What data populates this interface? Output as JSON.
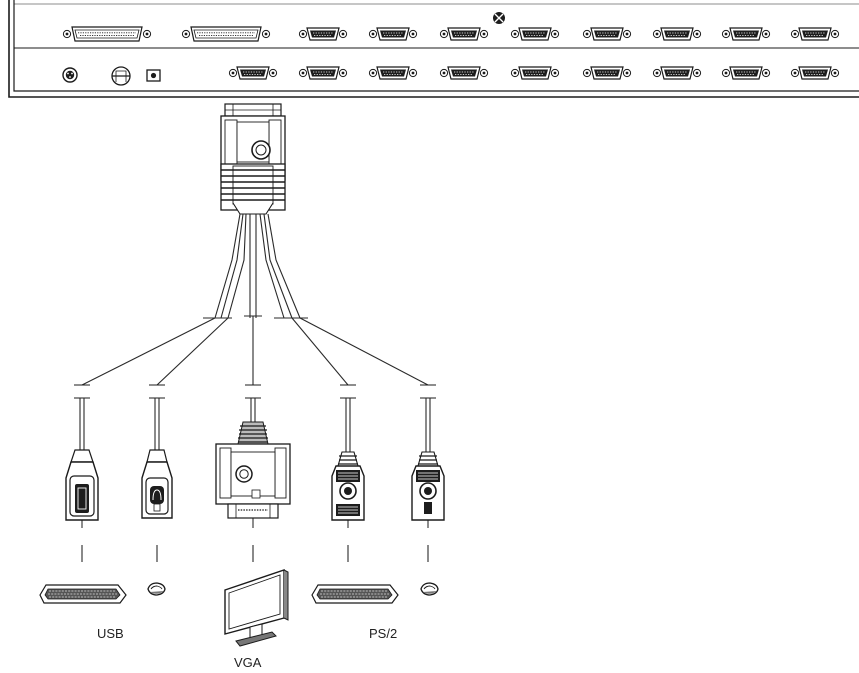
{
  "figure": {
    "labels": {
      "usb": "USB",
      "ps2": "PS/2",
      "vga": "VGA"
    },
    "devices": {
      "usb_keyboard": "keyboard-icon",
      "usb_mouse": "mouse-icon",
      "monitor": "monitor-icon",
      "ps2_keyboard": "keyboard-icon",
      "ps2_mouse": "mouse-icon"
    },
    "colors": {
      "line": "#1b1b1b",
      "background": "#ffffff"
    }
  }
}
